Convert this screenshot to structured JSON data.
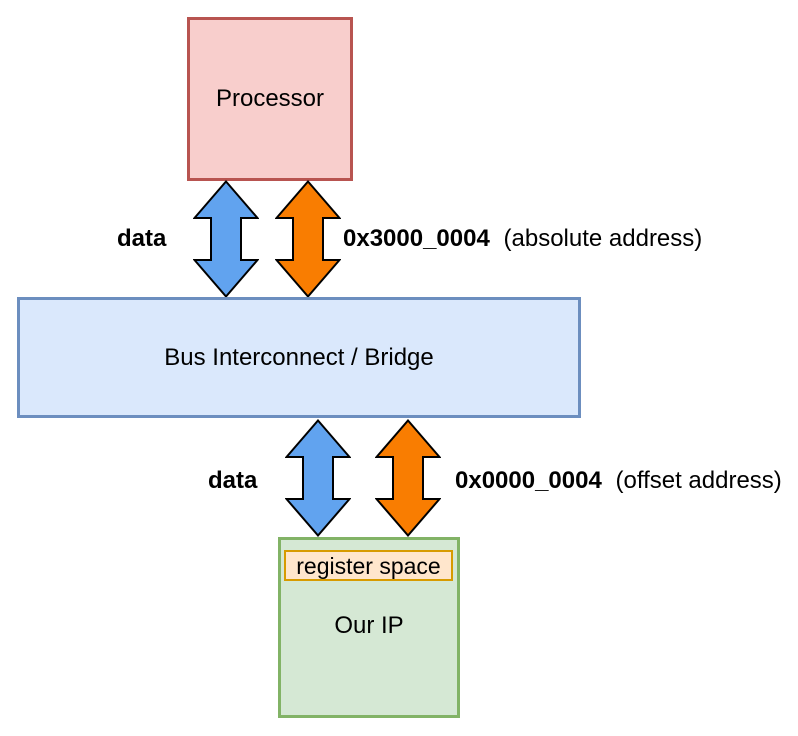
{
  "colors": {
    "background": "#ffffff",
    "text": "#000000",
    "processor_fill": "#f8cecc",
    "processor_border": "#b85450",
    "bus_fill": "#dae8fc",
    "bus_border": "#6c8ebf",
    "ip_fill": "#d5e8d4",
    "ip_border": "#82b366",
    "register_fill": "#ffe6cc",
    "register_border": "#d79b00",
    "arrow_data": "#61a3ef",
    "arrow_address": "#f97d01",
    "arrow_outline": "#000000"
  },
  "diagram": {
    "processor": {
      "label": "Processor"
    },
    "bus": {
      "label": "Bus Interconnect / Bridge"
    },
    "ip": {
      "label": "Our IP",
      "register_label": "register space"
    },
    "top_link": {
      "data_label": "data",
      "address_value": "0x3000_0004",
      "address_note": "(absolute address)",
      "data_arrow_icon": "double-vertical-arrow-icon",
      "address_arrow_icon": "double-vertical-arrow-icon"
    },
    "bottom_link": {
      "data_label": "data",
      "address_value": "0x0000_0004",
      "address_note": "(offset address)",
      "data_arrow_icon": "double-vertical-arrow-icon",
      "address_arrow_icon": "double-vertical-arrow-icon"
    }
  }
}
